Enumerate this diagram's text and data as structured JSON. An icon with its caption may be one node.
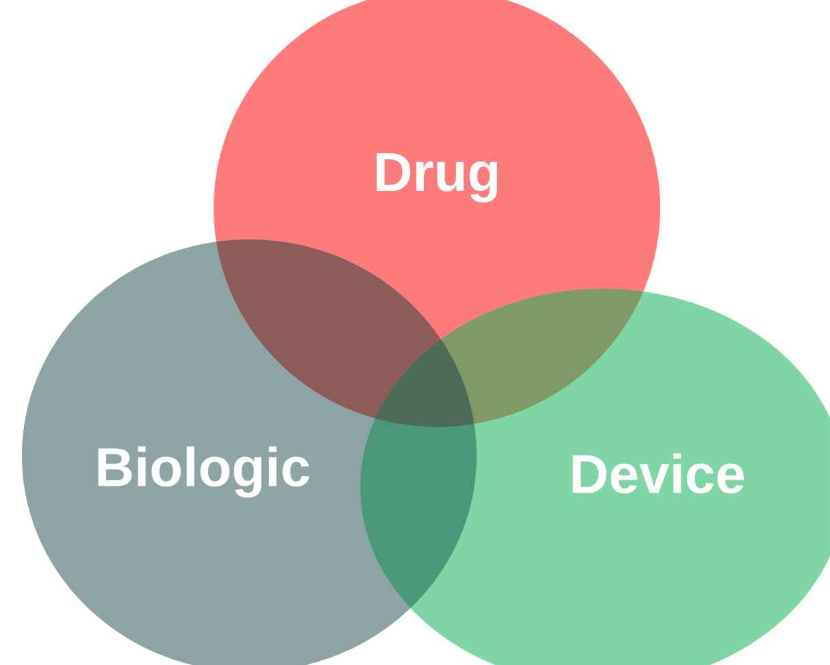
{
  "diagram": {
    "nodes": [
      {
        "text": [
          "Drug"
        ]
      },
      {
        "text": [
          "Biologic"
        ]
      },
      {
        "text": [
          "Device"
        ]
      }
    ]
  }
}
